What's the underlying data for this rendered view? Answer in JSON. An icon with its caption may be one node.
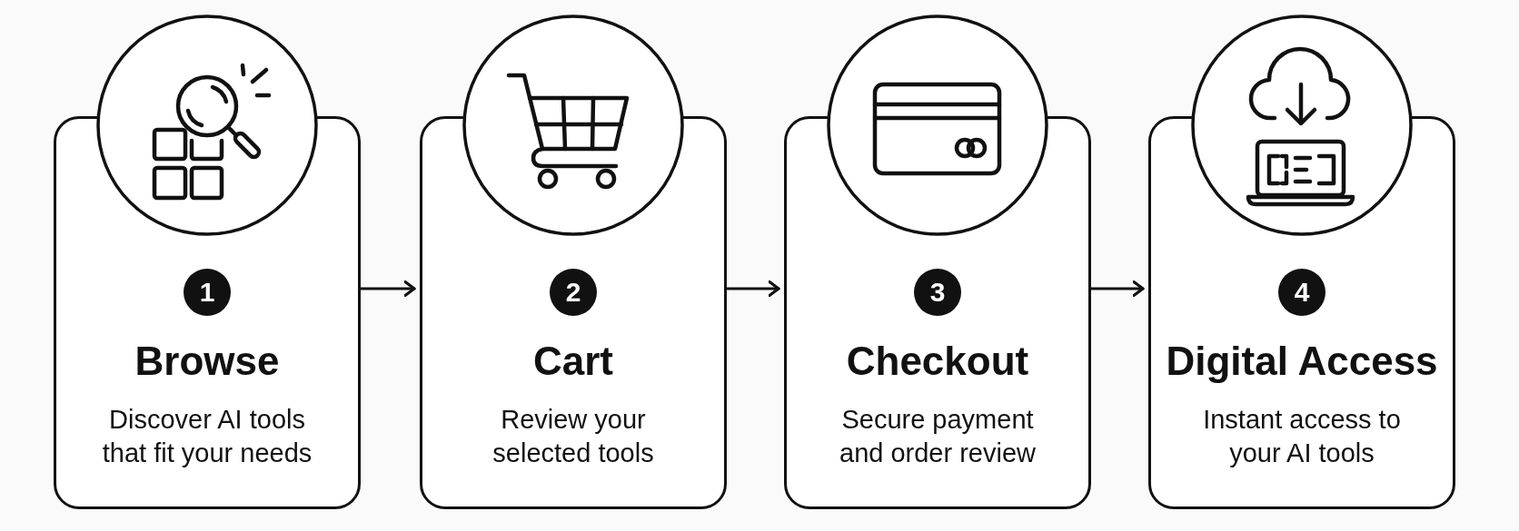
{
  "diagram": {
    "nodes": [
      {
        "text": [
          "Browse",
          "Discover AI tools that fit your needs"
        ]
      },
      {
        "text": [
          "1"
        ],
        "in": 0
      },
      {
        "text": [
          "Cart",
          "Review your selected tools"
        ]
      },
      {
        "text": [
          "2"
        ],
        "in": 2
      },
      {
        "text": [
          "Checkout",
          "Secure payment and order review"
        ]
      },
      {
        "text": [
          "3"
        ],
        "in": 4
      },
      {
        "text": [
          "Digital Access",
          "Instant access to your AI tools"
        ]
      },
      {
        "text": [
          "4"
        ],
        "in": 6
      }
    ],
    "edges": [
      {
        "from": 0,
        "to": 2,
        "arrow": "to"
      },
      {
        "from": 2,
        "to": 4,
        "arrow": "to"
      },
      {
        "from": 4,
        "to": 6,
        "arrow": "to"
      }
    ]
  }
}
